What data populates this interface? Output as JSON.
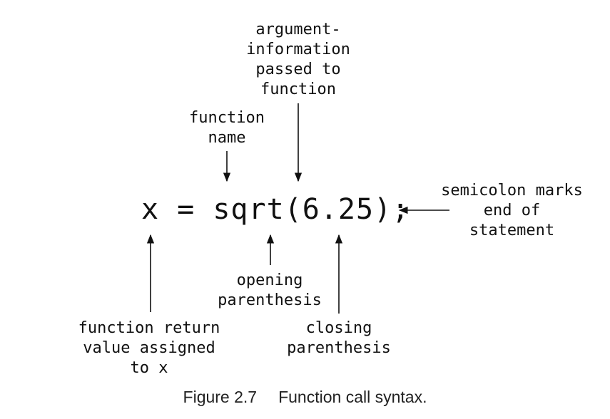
{
  "expression": "x = sqrt(6.25);",
  "labels": {
    "argument": "argument-\ninformation\npassed to\nfunction",
    "function_name": "function\nname",
    "semicolon": "semicolon marks\nend of\nstatement",
    "opening_parenthesis": "opening\nparenthesis",
    "closing_parenthesis": "closing\nparenthesis",
    "return_value": "function return\nvalue assigned\nto x"
  },
  "caption": {
    "number": "Figure 2.7",
    "title": "Function call syntax."
  }
}
